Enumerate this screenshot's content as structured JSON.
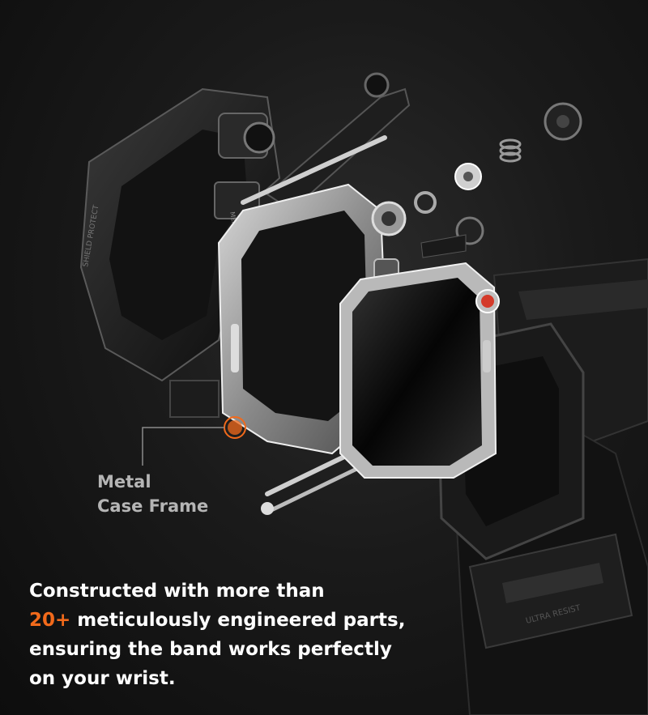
{
  "colors": {
    "background": "#141414",
    "accent": "#f26a1b",
    "text": "#ffffff",
    "callout_text": "#b5b5b5"
  },
  "callout": {
    "line1": "Metal",
    "line2": "Case Frame"
  },
  "engraving": {
    "bumper": "SHIELD PROTECT",
    "menu": "MENU",
    "band": "ULTRA RESIST"
  },
  "headline": {
    "line1": "Constructed with more than",
    "count": "20+",
    "line2_rest": " meticulously engineered parts,",
    "line3": "ensuring the band works perfectly",
    "line4": "on your wrist."
  }
}
